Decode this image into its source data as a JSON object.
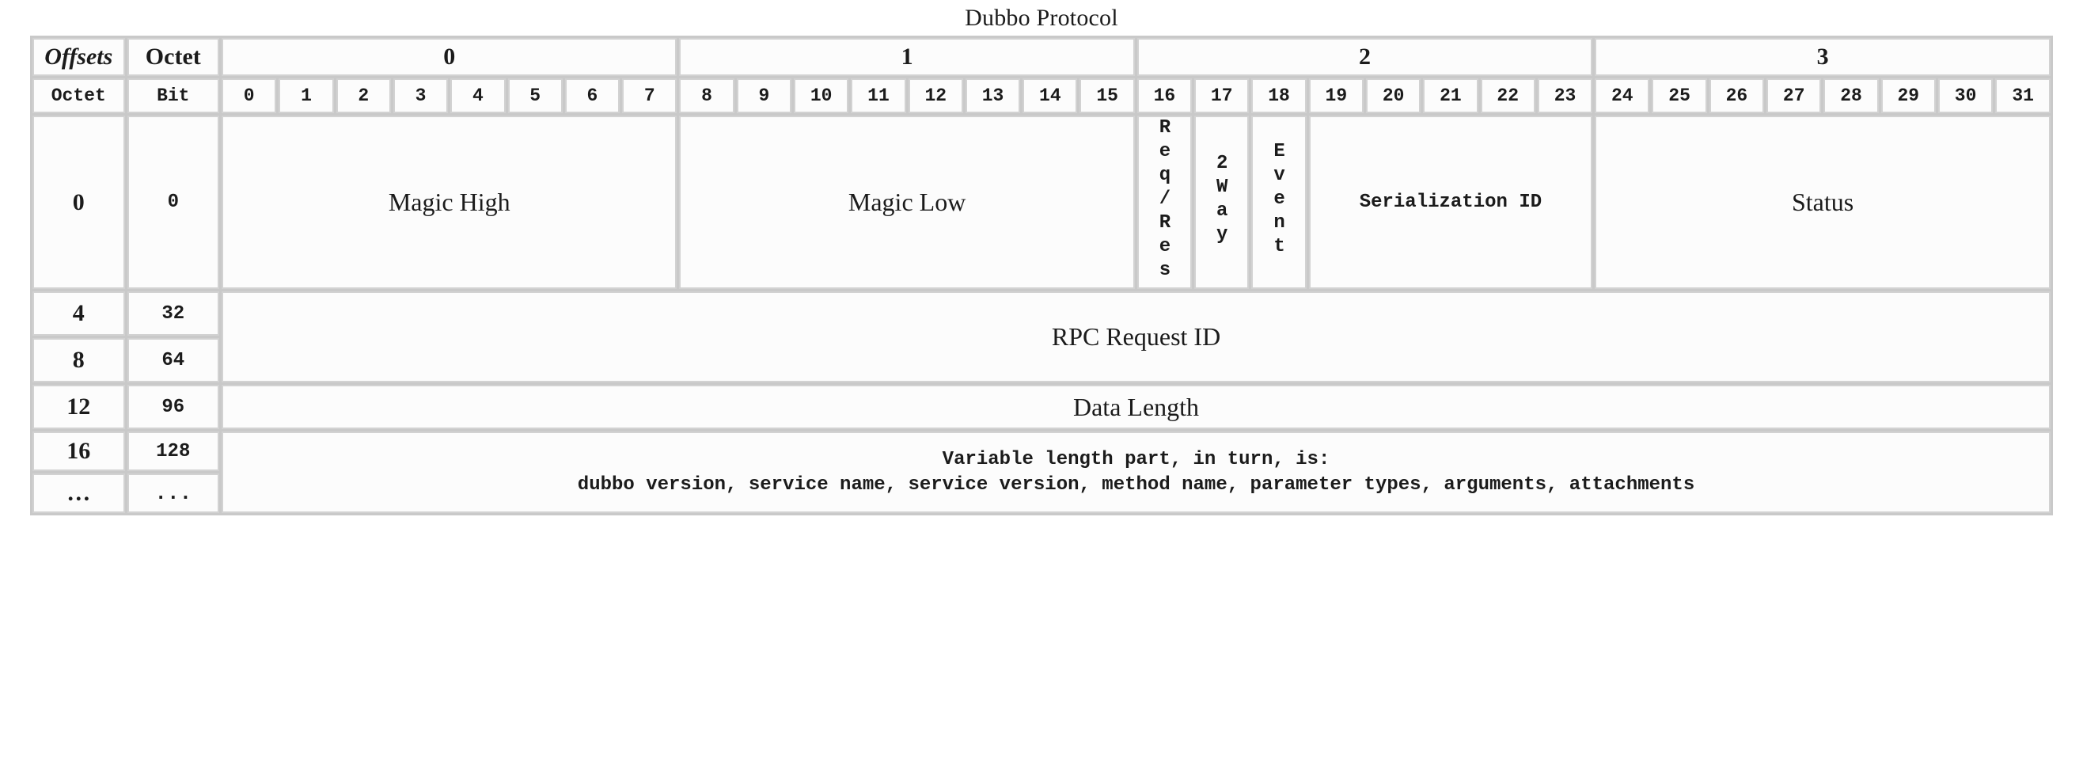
{
  "title": "Dubbo Protocol",
  "header": {
    "offsets_label": "Offsets",
    "octet_label": "Octet",
    "row2_octet_label": "Octet",
    "row2_bit_label": "Bit",
    "octets": [
      "0",
      "1",
      "2",
      "3"
    ],
    "bits": [
      "0",
      "1",
      "2",
      "3",
      "4",
      "5",
      "6",
      "7",
      "8",
      "9",
      "10",
      "11",
      "12",
      "13",
      "14",
      "15",
      "16",
      "17",
      "18",
      "19",
      "20",
      "21",
      "22",
      "23",
      "24",
      "25",
      "26",
      "27",
      "28",
      "29",
      "30",
      "31"
    ]
  },
  "rows": [
    {
      "octet": "0",
      "bit": "0",
      "fields": [
        {
          "label": "Magic High",
          "span": 8,
          "style": "serif"
        },
        {
          "label": "Magic Low",
          "span": 8,
          "style": "serif"
        },
        {
          "label": "Req/Res",
          "span": 1,
          "style": "vertical"
        },
        {
          "label": "2Way",
          "span": 1,
          "style": "vertical"
        },
        {
          "label": "Event",
          "span": 1,
          "style": "vertical"
        },
        {
          "label": "Serialization ID",
          "span": 5,
          "style": "mono"
        },
        {
          "label": "Status",
          "span": 8,
          "style": "serif"
        }
      ]
    },
    {
      "octet": "4",
      "bit": "32",
      "fields": [
        {
          "label": "RPC Request ID",
          "span": 32,
          "style": "serif",
          "rowspan": 2
        }
      ]
    },
    {
      "octet": "8",
      "bit": "64",
      "fields": []
    },
    {
      "octet": "12",
      "bit": "96",
      "fields": [
        {
          "label": "Data Length",
          "span": 32,
          "style": "serif"
        }
      ]
    },
    {
      "octet": "16",
      "bit": "128",
      "fields": [
        {
          "label": "Variable length part, in turn, is:\ndubbo version, service name, service version, method name, parameter types, arguments, attachments",
          "span": 32,
          "style": "mono"
        }
      ]
    },
    {
      "octet": "…",
      "bit": "...",
      "fields": []
    }
  ],
  "vertical_labels": {
    "req_res": "Req/Res",
    "two_way": "2Way",
    "event": "Event"
  },
  "field_text": {
    "magic_high": "Magic High",
    "magic_low": "Magic Low",
    "serialization_id": "Serialization ID",
    "status": "Status",
    "rpc_request_id": "RPC Request ID",
    "data_length": "Data Length",
    "variable_line1": "Variable length part, in turn, is:",
    "variable_line2": "dubbo version, service name, service version, method name, parameter types, arguments, attachments"
  },
  "offsets_column": {
    "octets": [
      "0",
      "4",
      "8",
      "12",
      "16",
      "…"
    ],
    "bits": [
      "0",
      "32",
      "64",
      "96",
      "128",
      "..."
    ]
  },
  "colors": {
    "page_background": "#ffffff",
    "cell_background": "#fcfcfc",
    "grid": "#c9c9c9",
    "cell_border": "#d2d2d2",
    "text": "#1b1b1b"
  }
}
